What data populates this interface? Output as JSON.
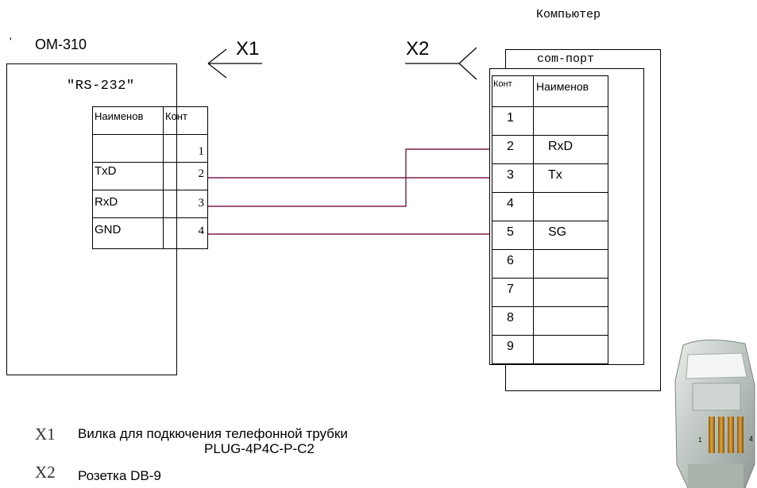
{
  "computer_label": "Компьютер",
  "device": {
    "tick": "'",
    "name": "ОМ-310",
    "interface_label": "\"RS-232\"",
    "header": [
      "Наименов",
      "Конт"
    ],
    "rows": [
      {
        "name": "",
        "pin": "1"
      },
      {
        "name": "TxD",
        "pin": "2"
      },
      {
        "name": "RxD",
        "pin": "3"
      },
      {
        "name": "GND",
        "pin": "4"
      }
    ]
  },
  "x1_arrow_label": "X1",
  "x2_arrow_label": "X2",
  "computer": {
    "port_label": "com-порт",
    "header": [
      "Конт",
      "Наименов"
    ],
    "rows": [
      {
        "pin": "1",
        "name": ""
      },
      {
        "pin": "2",
        "name": "RxD"
      },
      {
        "pin": "3",
        "name": "Tx"
      },
      {
        "pin": "4",
        "name": ""
      },
      {
        "pin": "5",
        "name": "SG"
      },
      {
        "pin": "6",
        "name": ""
      },
      {
        "pin": "7",
        "name": ""
      },
      {
        "pin": "8",
        "name": ""
      },
      {
        "pin": "9",
        "name": ""
      }
    ]
  },
  "legend": [
    {
      "tag": "X1",
      "line1": "Вилка для подкючения телефонной трубки",
      "line2": "PLUG-4P4C-P-C2"
    },
    {
      "tag": "X2",
      "line1": "Розетка DB-9",
      "line2": ""
    }
  ],
  "colors": {
    "wire": "#7b1f4b"
  },
  "connector_image": {
    "icon": "rj-connector-photo",
    "pin_labels": [
      "1",
      "4"
    ]
  }
}
